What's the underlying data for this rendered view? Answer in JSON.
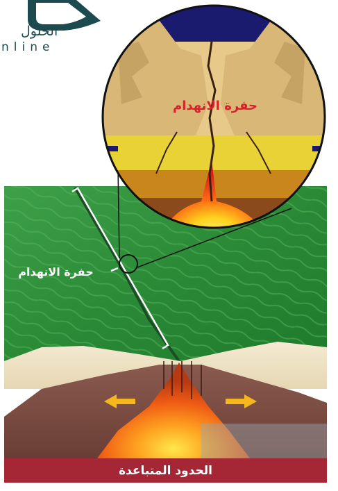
{
  "logo": {
    "arabic_text": "الحلول",
    "latin_text": "nline",
    "icon": "logo-mark-icon"
  },
  "diagram": {
    "rift_valley_label": "حفرة الانهدام",
    "zoom_rift_label": "حفرة الانهدام",
    "caption": "الحدود المتباعدة"
  },
  "colors": {
    "vegetation": "#2f8a3a",
    "magma": "#ff7a1a",
    "caption_bar": "#a52635",
    "sky": "#1a1a6e",
    "arrow": "#f5b71e",
    "zoom_label": "#d8202a"
  },
  "icons": {
    "plate_arrows": "arrow-left-right-icon"
  }
}
